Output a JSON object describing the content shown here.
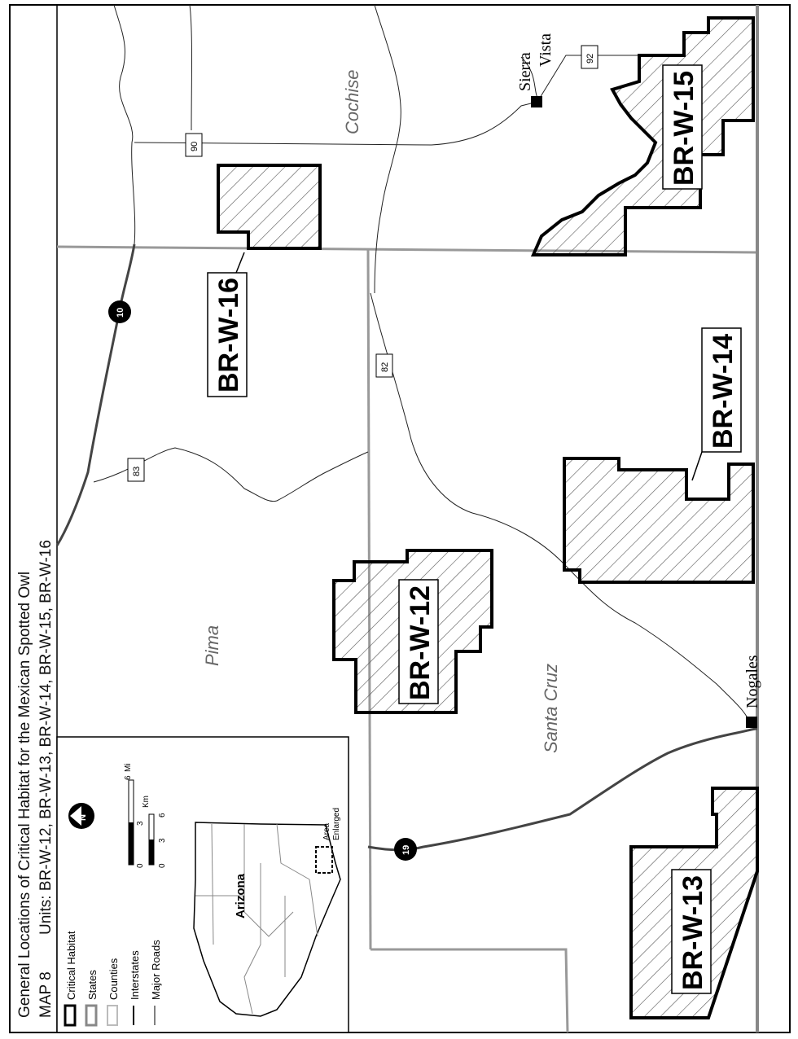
{
  "header": {
    "line1": "General Locations of Critical Habitat for the Mexican Spotted Owl",
    "map_number": "MAP 8",
    "units_line": "Units: BR-W-12, BR-W-13, BR-W-14, BR-W-15, BR-W-16"
  },
  "counties": [
    "Cochise",
    "Pima",
    "Santa Cruz"
  ],
  "units": [
    "BR-W-16",
    "BR-W-12",
    "BR-W-14",
    "BR-W-15",
    "BR-W-13"
  ],
  "cities": {
    "sierra_vista_1": "Sierra",
    "sierra_vista_2": "Vista",
    "nogales": "Nogales"
  },
  "routes": {
    "r92": "92",
    "r90": "90",
    "i10": "10",
    "r83": "83",
    "r82": "82",
    "i19": "19"
  },
  "legend": {
    "items": [
      "Critical Habitat",
      "States",
      "Counties",
      "Interstates",
      "Major Roads"
    ],
    "state_label": "Arizona",
    "area_label_1": "Area",
    "area_label_2": "Enlarged",
    "scale_mi_label": "Mi",
    "scale_km_label": "Km",
    "scale_mi_ticks": [
      "0",
      "3",
      "6"
    ],
    "scale_km_ticks": [
      "0",
      "3",
      "6"
    ],
    "north_label": "N"
  }
}
